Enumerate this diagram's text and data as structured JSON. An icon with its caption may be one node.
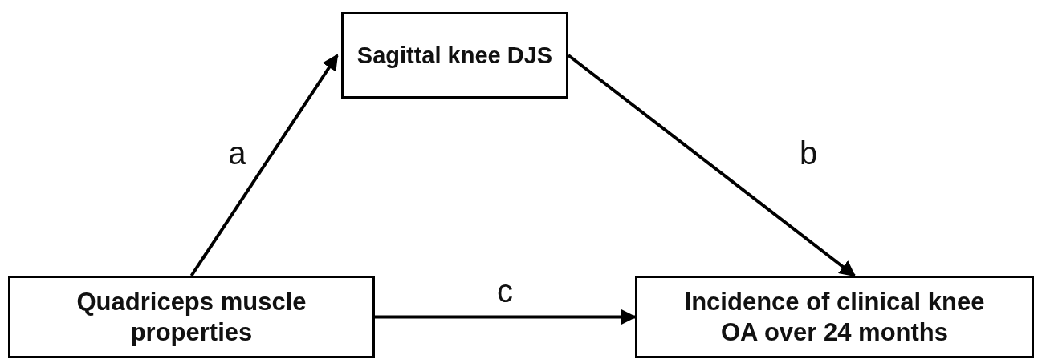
{
  "diagram": {
    "nodes": [
      {
        "text": [
          "Sagittal knee DJS"
        ]
      },
      {
        "text": [
          "Quadriceps muscle properties"
        ]
      },
      {
        "text": [
          "Incidence of clinical knee OA over 24 months"
        ]
      }
    ],
    "edges": [
      {
        "from": 1,
        "to": 0,
        "arrow": "to",
        "label": "a"
      },
      {
        "from": 0,
        "to": 2,
        "arrow": "to",
        "label": "b"
      },
      {
        "from": 1,
        "to": 2,
        "arrow": "to",
        "label": "c"
      }
    ]
  }
}
